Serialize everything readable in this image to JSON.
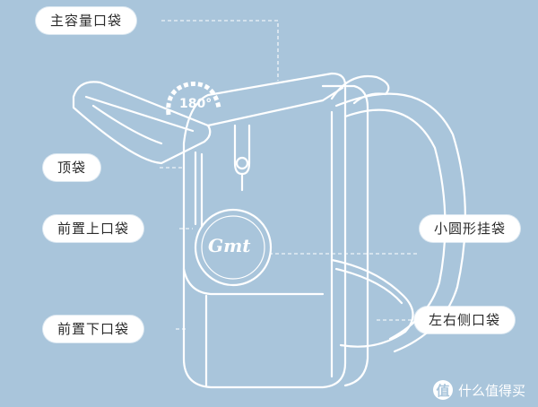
{
  "labels": {
    "main_pocket": "主容量口袋",
    "top_pocket": "顶袋",
    "front_upper_pocket": "前置上口袋",
    "front_lower_pocket": "前置下口袋",
    "round_hanging_bag": "小圆形挂袋",
    "side_pockets": "左右侧口袋"
  },
  "badge": {
    "angle": "180°"
  },
  "logo": {
    "text": "Gmt"
  },
  "watermark": {
    "icon_char": "值",
    "text": "什么值得买"
  },
  "colors": {
    "background": "#a9c5db",
    "line": "#ffffff",
    "accent": "#6e8ea8"
  }
}
